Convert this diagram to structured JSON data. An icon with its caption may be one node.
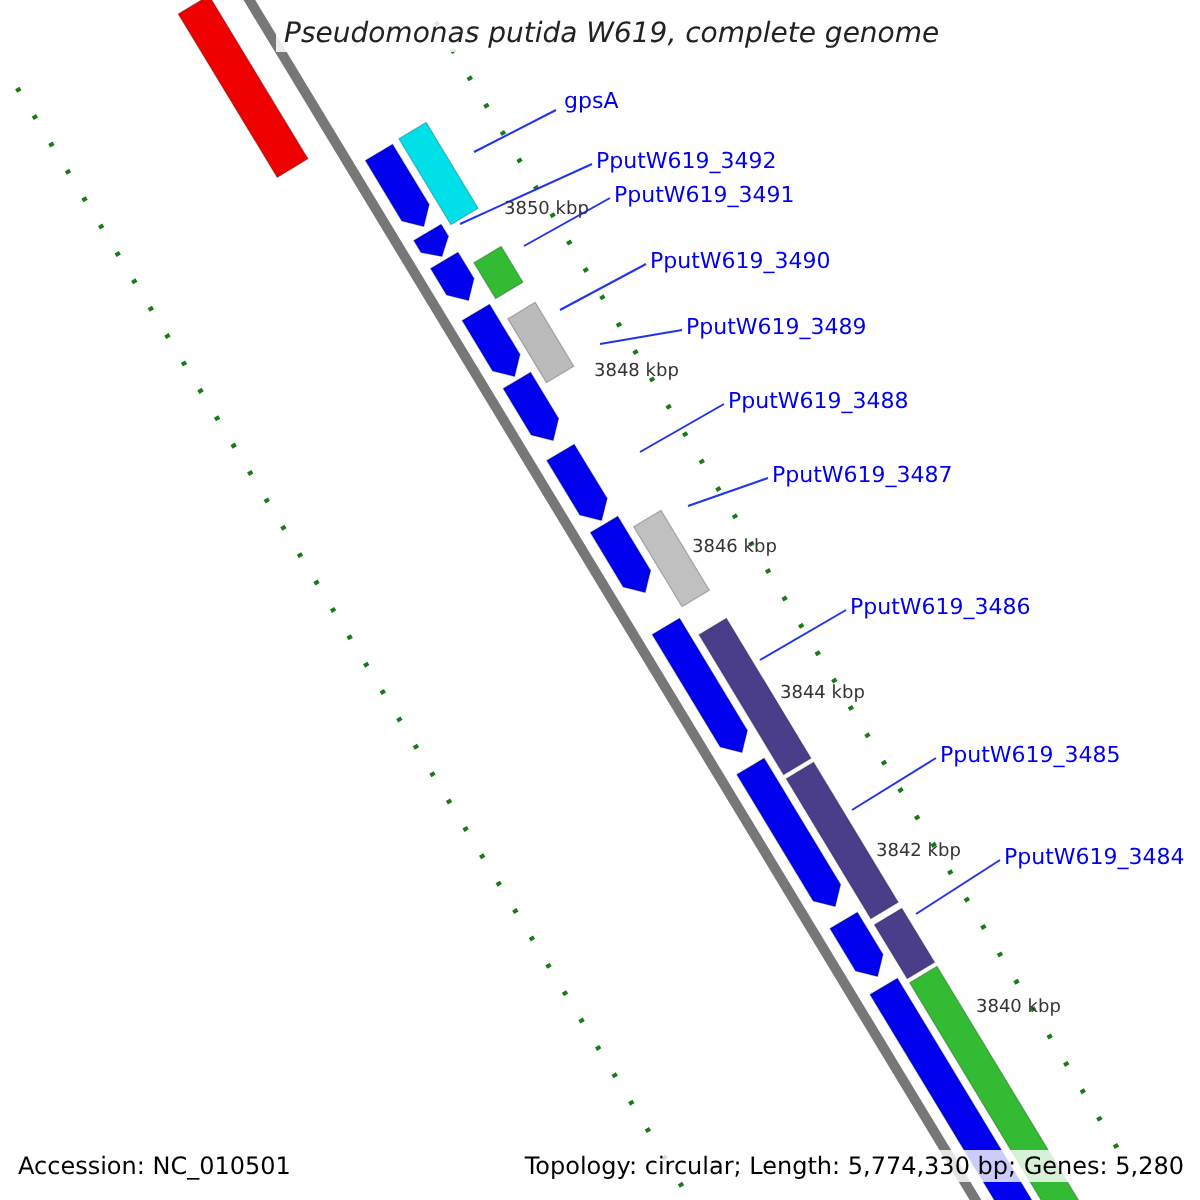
{
  "diagram": {
    "title": "Pseudomonas putida W619, complete genome",
    "nodes": [
      {
        "text": [
          "gpsA"
        ]
      },
      {
        "text": [
          "PputW619_3492"
        ]
      },
      {
        "text": [
          "PputW619_3491"
        ]
      },
      {
        "text": [
          "PputW619_3490"
        ]
      },
      {
        "text": [
          "PputW619_3489"
        ]
      },
      {
        "text": [
          "PputW619_3488"
        ]
      },
      {
        "text": [
          "PputW619_3487"
        ]
      },
      {
        "text": [
          "PputW619_3486"
        ]
      },
      {
        "text": [
          "PputW619_3485"
        ]
      },
      {
        "text": [
          "PputW619_3484"
        ]
      }
    ],
    "edges": [
      {
        "from": 0,
        "to": null,
        "arrow": "none"
      },
      {
        "from": 1,
        "to": null,
        "arrow": "none"
      },
      {
        "from": 2,
        "to": null,
        "arrow": "none"
      },
      {
        "from": 3,
        "to": null,
        "arrow": "none"
      },
      {
        "from": 4,
        "to": null,
        "arrow": "none"
      },
      {
        "from": 5,
        "to": null,
        "arrow": "none"
      },
      {
        "from": 6,
        "to": null,
        "arrow": "none"
      },
      {
        "from": 7,
        "to": null,
        "arrow": "none"
      },
      {
        "from": 8,
        "to": null,
        "arrow": "none"
      },
      {
        "from": 9,
        "to": null,
        "arrow": "none"
      }
    ],
    "labels": [
      "3850 kbp",
      "3848 kbp",
      "3846 kbp",
      "3844 kbp",
      "3842 kbp",
      "3840 kbp",
      "Accession: NC_010501",
      "Topology: circular; Length: 5,774,330 bp; Genes: 5,280"
    ]
  }
}
